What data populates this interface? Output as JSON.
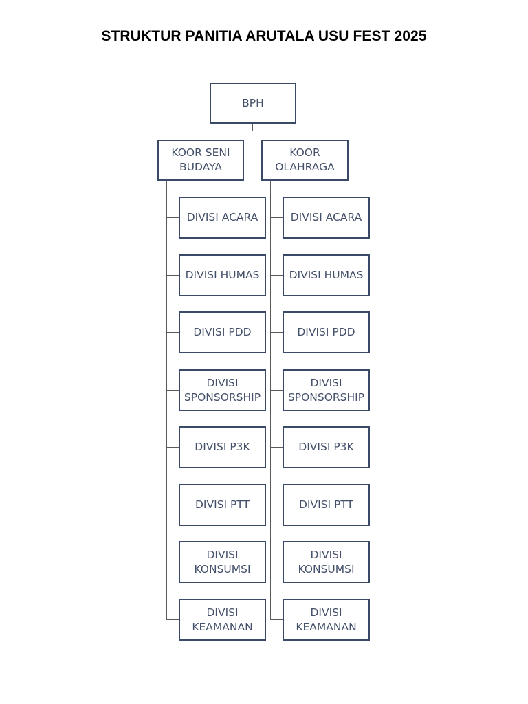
{
  "title": "STRUKTUR PANITIA ARUTALA USU FEST 2025",
  "root": {
    "label": "BPH"
  },
  "coordinators": [
    {
      "label": "KOOR SENI BUDAYA",
      "divisions": [
        "DIVISI ACARA",
        "DIVISI HUMAS",
        "DIVISI PDD",
        "DIVISI SPONSORSHIP",
        "DIVISI P3K",
        "DIVISI PTT",
        "DIVISI KONSUMSI",
        "DIVISI KEAMANAN"
      ]
    },
    {
      "label": "KOOR OLAHRAGA",
      "divisions": [
        "DIVISI ACARA",
        "DIVISI HUMAS",
        "DIVISI PDD",
        "DIVISI SPONSORSHIP",
        "DIVISI P3K",
        "DIVISI PTT",
        "DIVISI KONSUMSI",
        "DIVISI KEAMANAN"
      ]
    }
  ],
  "colors": {
    "box_border": "#3a4a66",
    "box_text": "#44506a",
    "connector": "#5a5a5a",
    "title": "#000000"
  }
}
